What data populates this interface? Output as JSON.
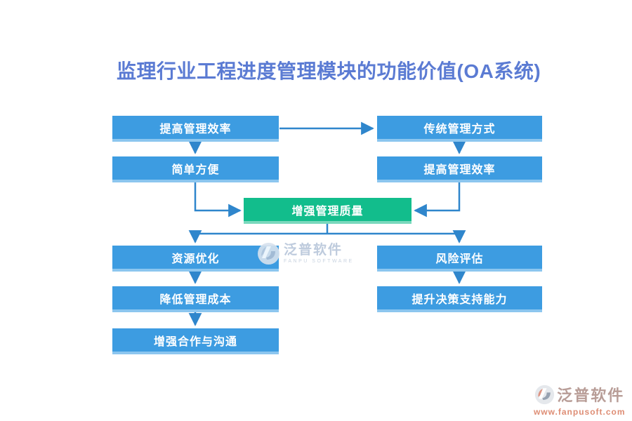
{
  "title": "监理行业工程进度管理模块的功能价值(OA系统)",
  "nodes": {
    "improve_efficiency_left": "提高管理效率",
    "traditional_management": "传统管理方式",
    "simple_convenient": "简单方便",
    "improve_efficiency_right": "提高管理效率",
    "enhance_quality": "增强管理质量",
    "resource_optimization": "资源优化",
    "risk_assessment": "风险评估",
    "reduce_cost": "降低管理成本",
    "decision_support": "提升决策支持能力",
    "cooperation_communication": "增强合作与沟通"
  },
  "colors": {
    "title": "#5b7bd3",
    "node_blue": "#3d9ce1",
    "node_green": "#12bd8c",
    "connector": "#2f86cc",
    "watermark_corner_text": "#b89d97",
    "watermark_corner_url": "#de8d74"
  },
  "watermarks": {
    "center": {
      "name": "泛普软件",
      "subtitle": "FANPU SOFTWARE"
    },
    "corner": {
      "name": "泛普软件",
      "url": "www.fanpusoft.com"
    }
  }
}
